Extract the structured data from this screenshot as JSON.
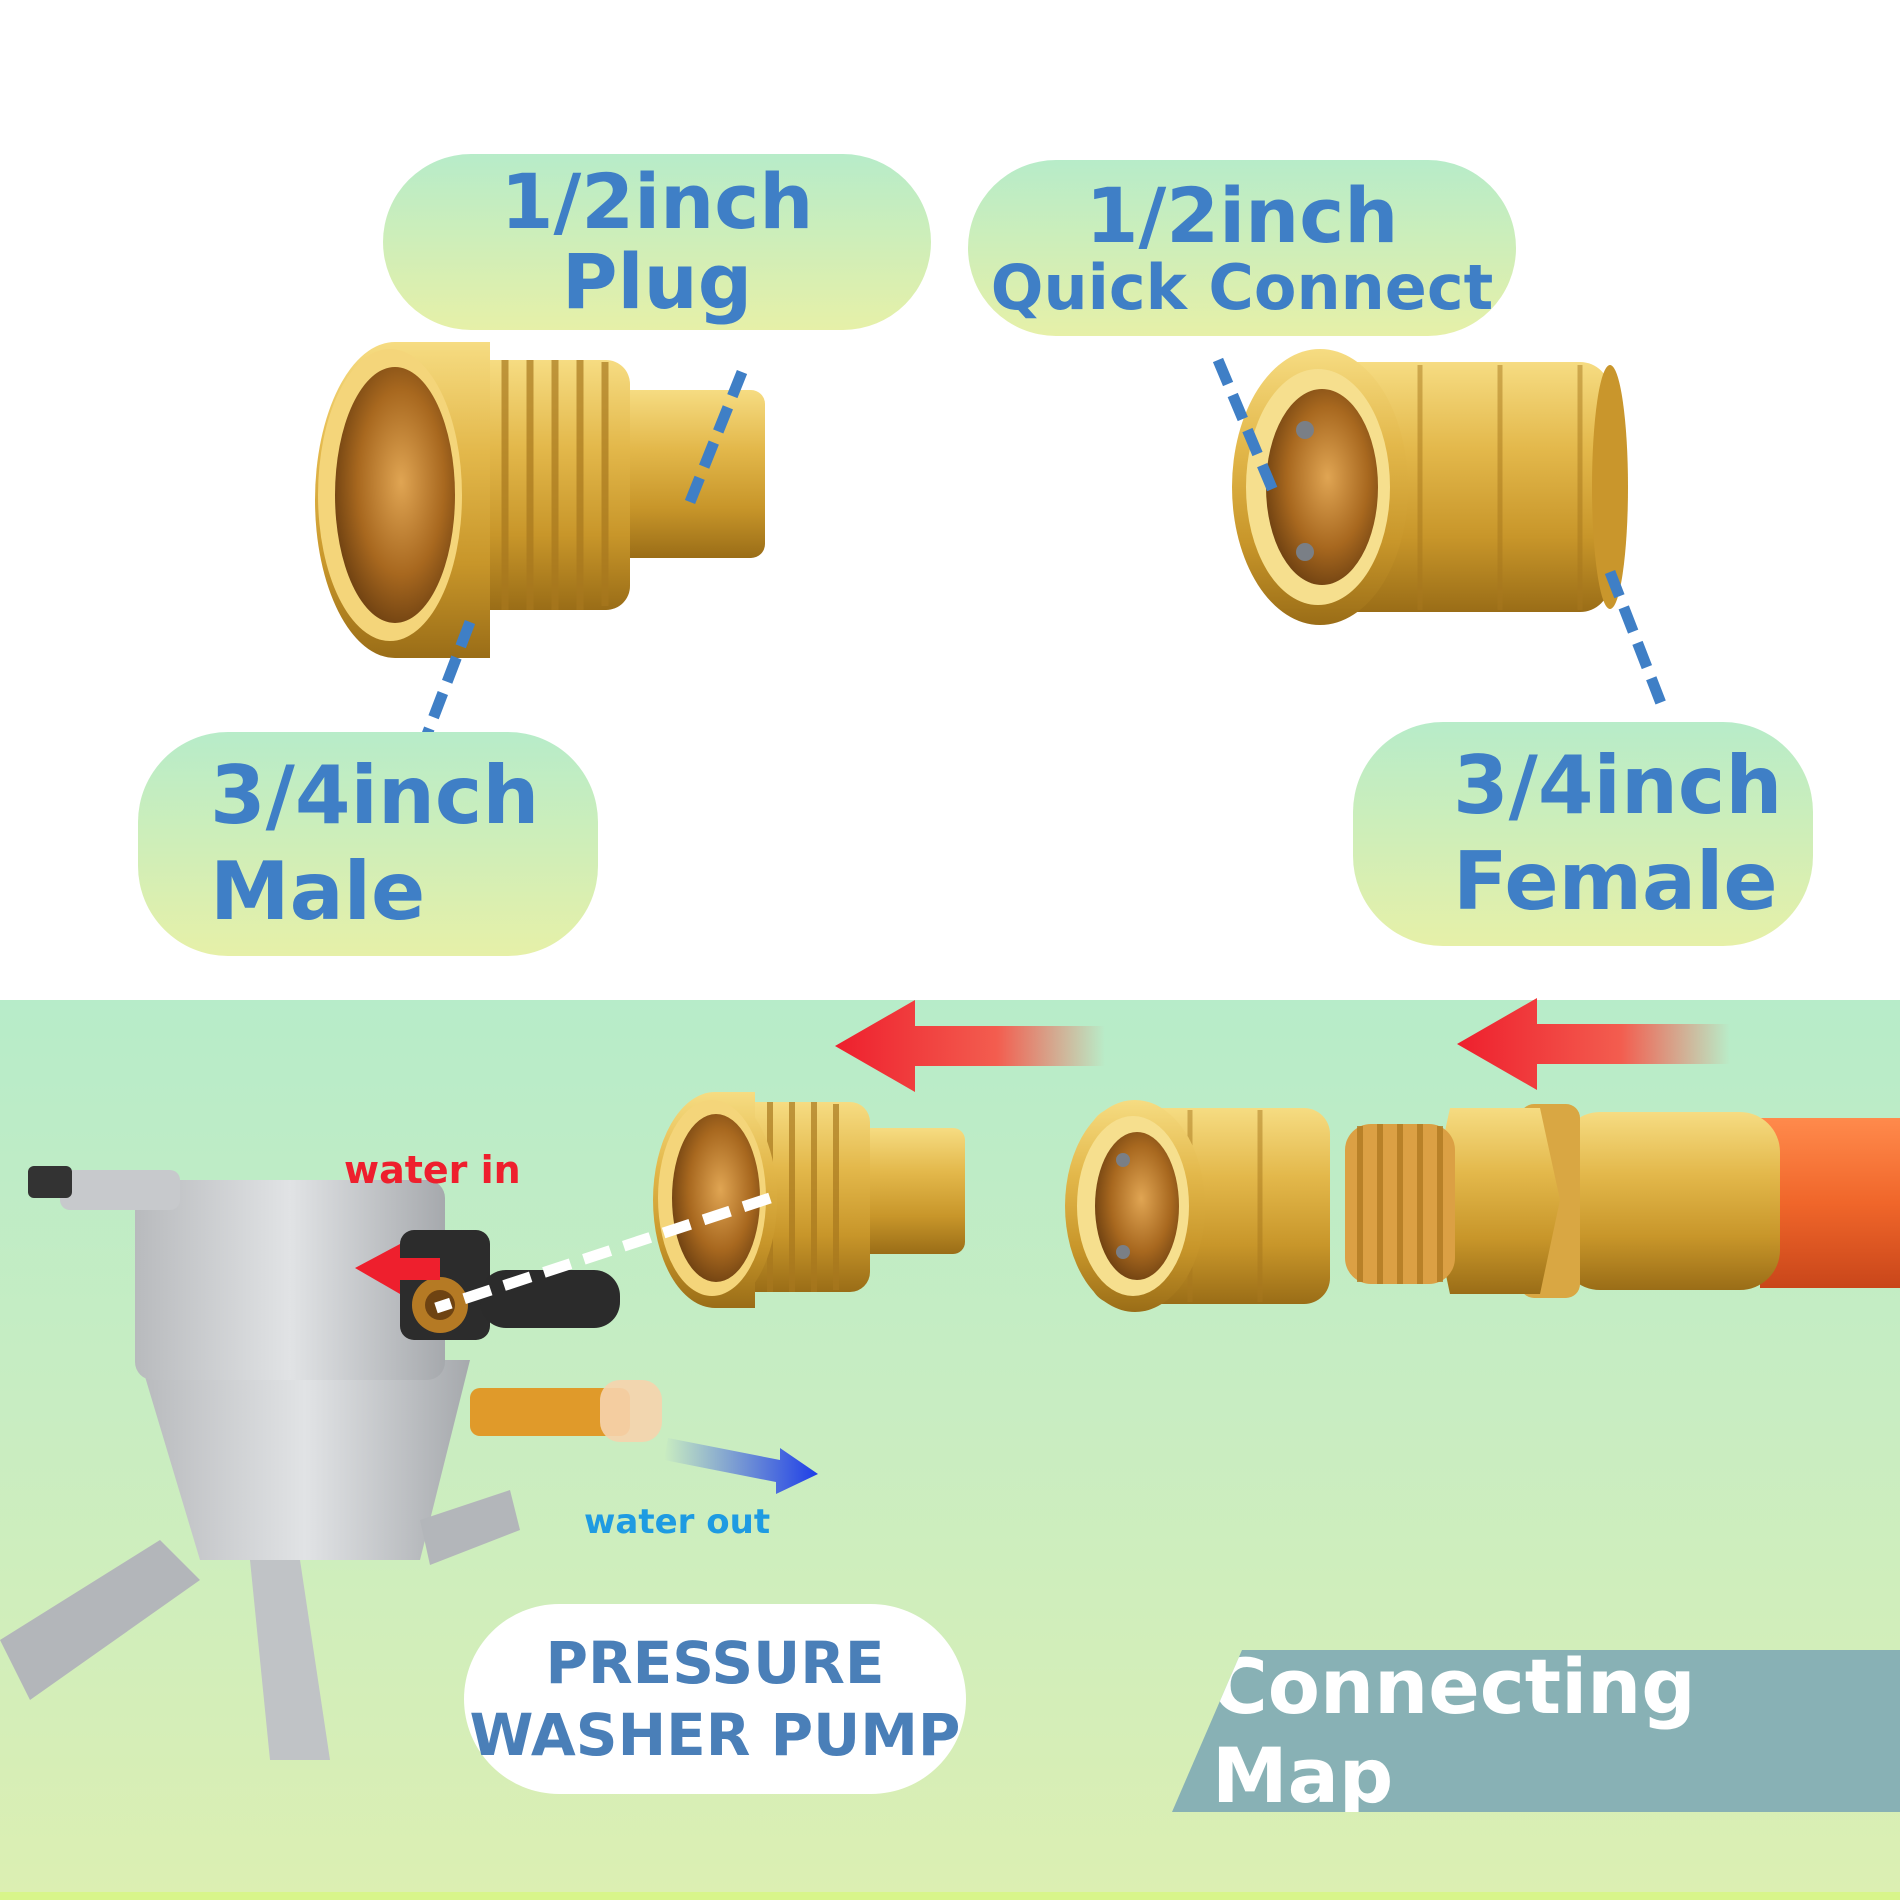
{
  "labels": {
    "plug": {
      "line1": "1/2inch",
      "line2": "Plug"
    },
    "quick_connect": {
      "line1": "1/2inch",
      "line2": "Quick Connect"
    },
    "male": {
      "line1": "3/4inch",
      "line2": "Male"
    },
    "female": {
      "line1": "3/4inch",
      "line2": "Female"
    }
  },
  "diagram": {
    "water_in": "water in",
    "water_out": "water out",
    "pump": {
      "line1": "PRESSURE",
      "line2": "WASHER PUMP"
    },
    "banner": "Connecting Map"
  },
  "colors": {
    "label_text": "#3f7fc6",
    "brass": "#d4a437",
    "arrow_red": "#ee1f2d",
    "arrow_blue": "#1e3ee8",
    "banner_bg": "#88b1b5",
    "hose_orange": "#f0662a"
  }
}
